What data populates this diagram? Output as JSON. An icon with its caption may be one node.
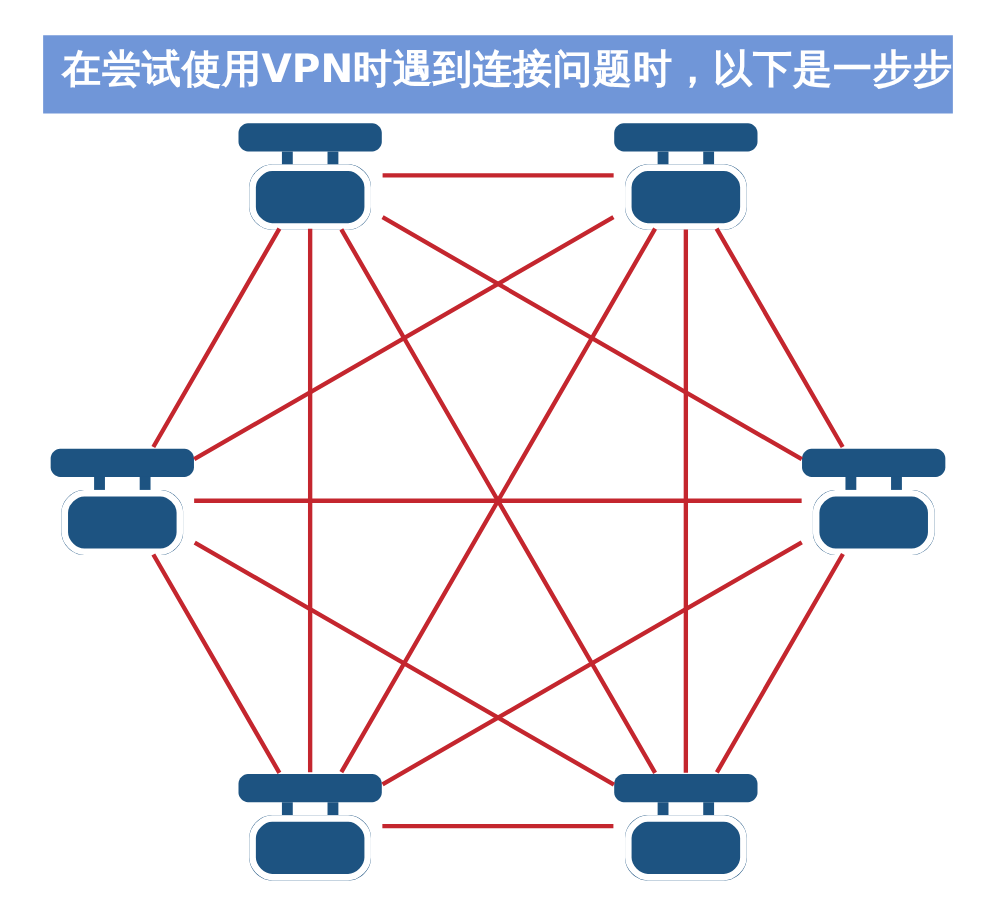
{
  "diagram": {
    "title": "在尝试使用VPN时遇到连接问题时，以下是一步步",
    "nodes": [
      {
        "text": [],
        "shape": "picture"
      },
      {
        "text": [],
        "shape": "picture"
      },
      {
        "text": [],
        "shape": "picture"
      },
      {
        "text": [],
        "shape": "picture"
      },
      {
        "text": [],
        "shape": "picture"
      },
      {
        "text": [],
        "shape": "picture"
      }
    ],
    "edges": [
      {
        "from": 0,
        "to": 1,
        "arrow": "none"
      },
      {
        "from": 0,
        "to": 2,
        "arrow": "none"
      },
      {
        "from": 0,
        "to": 3,
        "arrow": "none"
      },
      {
        "from": 0,
        "to": 4,
        "arrow": "none"
      },
      {
        "from": 0,
        "to": 5,
        "arrow": "none"
      },
      {
        "from": 1,
        "to": 2,
        "arrow": "none"
      },
      {
        "from": 1,
        "to": 3,
        "arrow": "none"
      },
      {
        "from": 1,
        "to": 4,
        "arrow": "none"
      },
      {
        "from": 1,
        "to": 5,
        "arrow": "none"
      },
      {
        "from": 2,
        "to": 3,
        "arrow": "none"
      },
      {
        "from": 2,
        "to": 4,
        "arrow": "none"
      },
      {
        "from": 2,
        "to": 5,
        "arrow": "none"
      },
      {
        "from": 3,
        "to": 4,
        "arrow": "none"
      },
      {
        "from": 3,
        "to": 5,
        "arrow": "none"
      },
      {
        "from": 4,
        "to": 5,
        "arrow": "none"
      }
    ]
  }
}
